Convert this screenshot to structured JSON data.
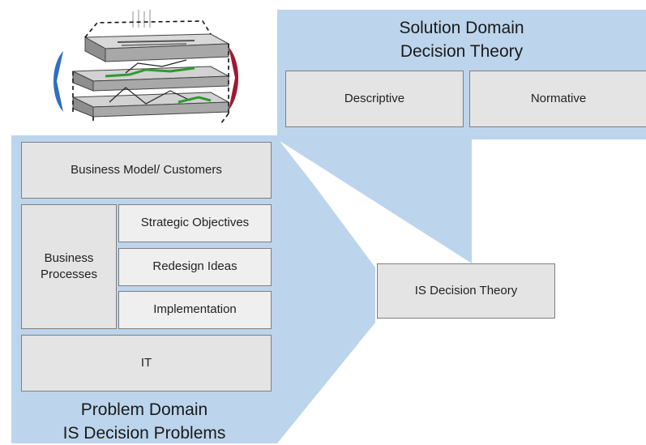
{
  "solution_domain": {
    "title_line1": "Solution Domain",
    "title_line2": "Decision Theory",
    "boxes": [
      "Descriptive",
      "Normative"
    ]
  },
  "problem_domain": {
    "title_line1": "Problem Domain",
    "title_line2": "IS Decision Problems",
    "business_model": "Business Model/ Customers",
    "business_processes_line1": "Business",
    "business_processes_line2": "Processes",
    "process_items": [
      "Strategic Objectives",
      "Redesign Ideas",
      "Implementation"
    ],
    "it": "IT"
  },
  "center_box": "IS Decision Theory",
  "colors": {
    "domain_fill": "#bcd5ec",
    "box_fill": "#e4e4e4",
    "box_border": "#7f7f7f",
    "icon_left_arc": "#2e6fc0",
    "icon_right_arc": "#a01830",
    "icon_path": "#2f9a2f"
  },
  "icon": "layered-architecture-icon"
}
